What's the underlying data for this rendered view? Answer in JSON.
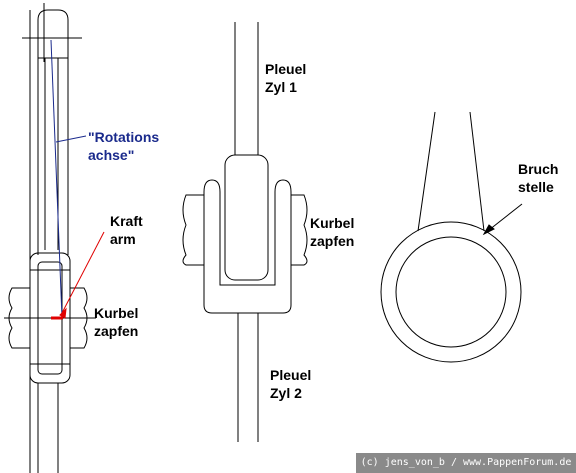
{
  "labels": {
    "rotation_axis": {
      "line1": "\"Rotations",
      "line2": "achse\""
    },
    "lever_arm": {
      "line1": "Kraft",
      "line2": "arm"
    },
    "crank_pin_left": {
      "line1": "Kurbel",
      "line2": "zapfen"
    },
    "rod_cyl1": {
      "line1": "Pleuel",
      "line2": "Zyl 1"
    },
    "crank_pin_middle": {
      "line1": "Kurbel",
      "line2": "zapfen"
    },
    "rod_cyl2": {
      "line1": "Pleuel",
      "line2": "Zyl 2"
    },
    "fracture_point": {
      "line1": "Bruch",
      "line2": "stelle"
    }
  },
  "copyright": "(c) jens_von_b / www.PappenForum.de",
  "colors": {
    "line": "#000000",
    "axis": "#1a2a8c",
    "force": "#e00000",
    "watermark_bg": "#8a8a8a"
  }
}
